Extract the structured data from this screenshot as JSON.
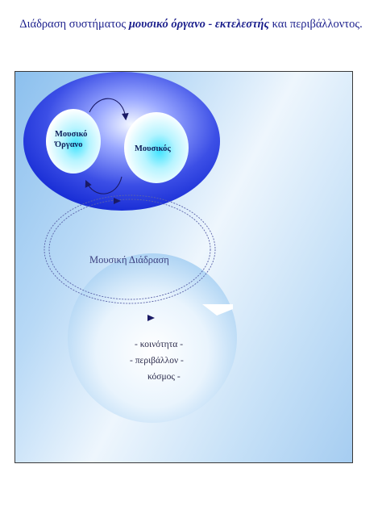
{
  "title": {
    "before": "Διάδραση συστήματος ",
    "emph": "μουσικό όργανο - εκτελεστής",
    "after": " και περιβάλλοντος."
  },
  "system": {
    "instrument_label_line1": "Μουσικό",
    "instrument_label_line2": "Όργανο",
    "musician_label": "Μουσικός"
  },
  "interaction_label": "Μουσική Διάδραση",
  "environment": {
    "items": [
      "- κοινότητα -",
      "-      περιβάλλον -",
      "κόσμος -"
    ]
  },
  "colors": {
    "system_outer": "#1a2fd6",
    "node_core": "#3fe3ff",
    "arrow": "#1a1a66"
  }
}
